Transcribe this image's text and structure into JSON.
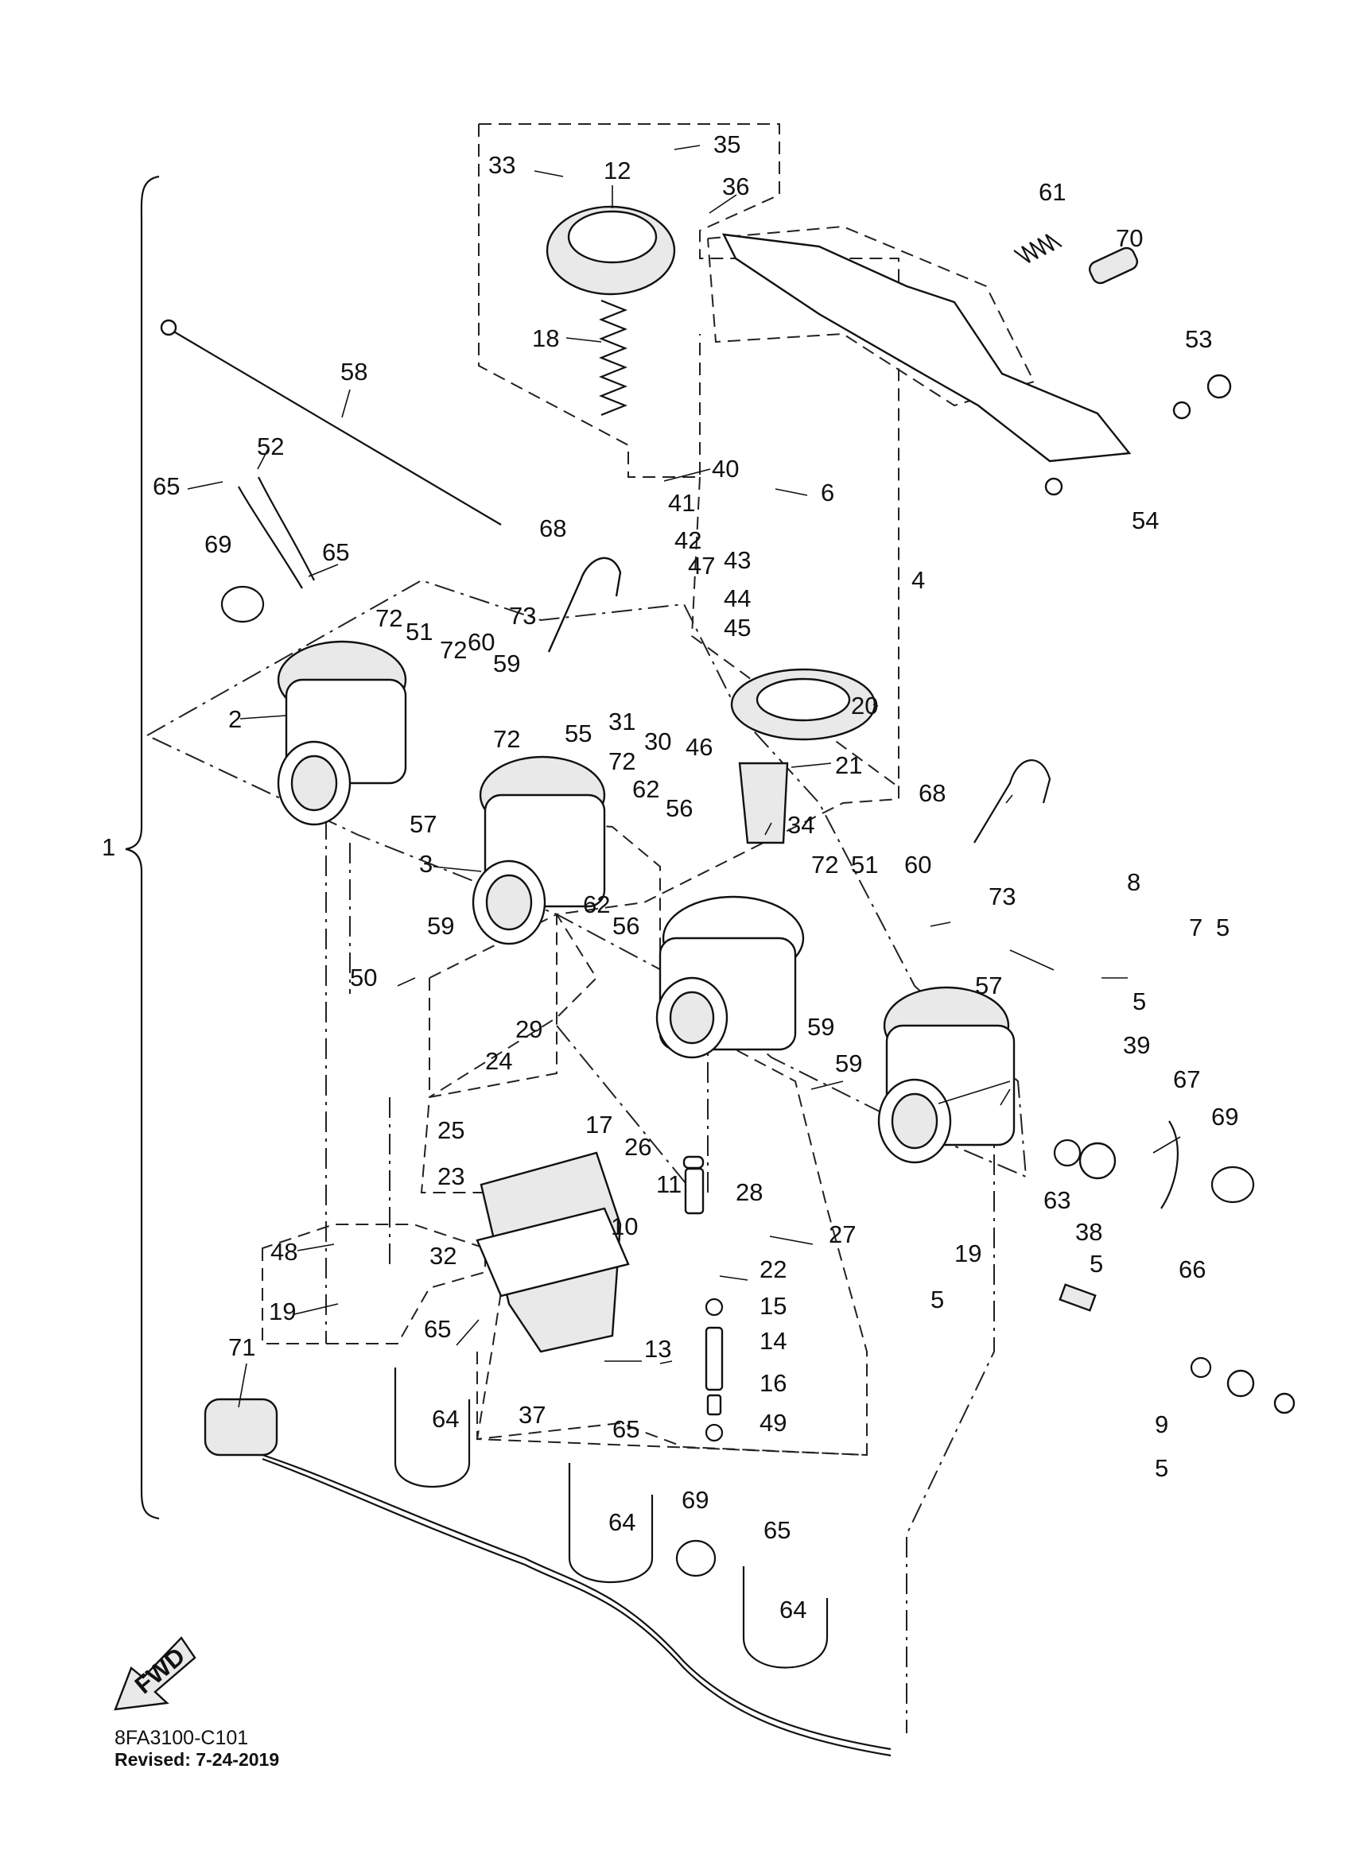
{
  "callouts": [
    "1",
    "2",
    "3",
    "4",
    "5",
    "6",
    "7",
    "8",
    "9",
    "10",
    "11",
    "12",
    "13",
    "14",
    "15",
    "16",
    "17",
    "18",
    "19",
    "20",
    "21",
    "22",
    "23",
    "24",
    "25",
    "26",
    "27",
    "28",
    "29",
    "30",
    "31",
    "32",
    "33",
    "34",
    "35",
    "36",
    "37",
    "38",
    "39",
    "40",
    "41",
    "42",
    "43",
    "44",
    "45",
    "46",
    "47",
    "48",
    "49",
    "50",
    "51",
    "52",
    "53",
    "54",
    "55",
    "56",
    "57",
    "58",
    "59",
    "60",
    "61",
    "62",
    "63",
    "64",
    "65",
    "66",
    "67",
    "68",
    "69",
    "70",
    "71",
    "72",
    "73"
  ],
  "direction_badge": "FWD",
  "footer": {
    "part_code": "8FA3100-C101",
    "revised": "Revised: 7-24-2019"
  }
}
